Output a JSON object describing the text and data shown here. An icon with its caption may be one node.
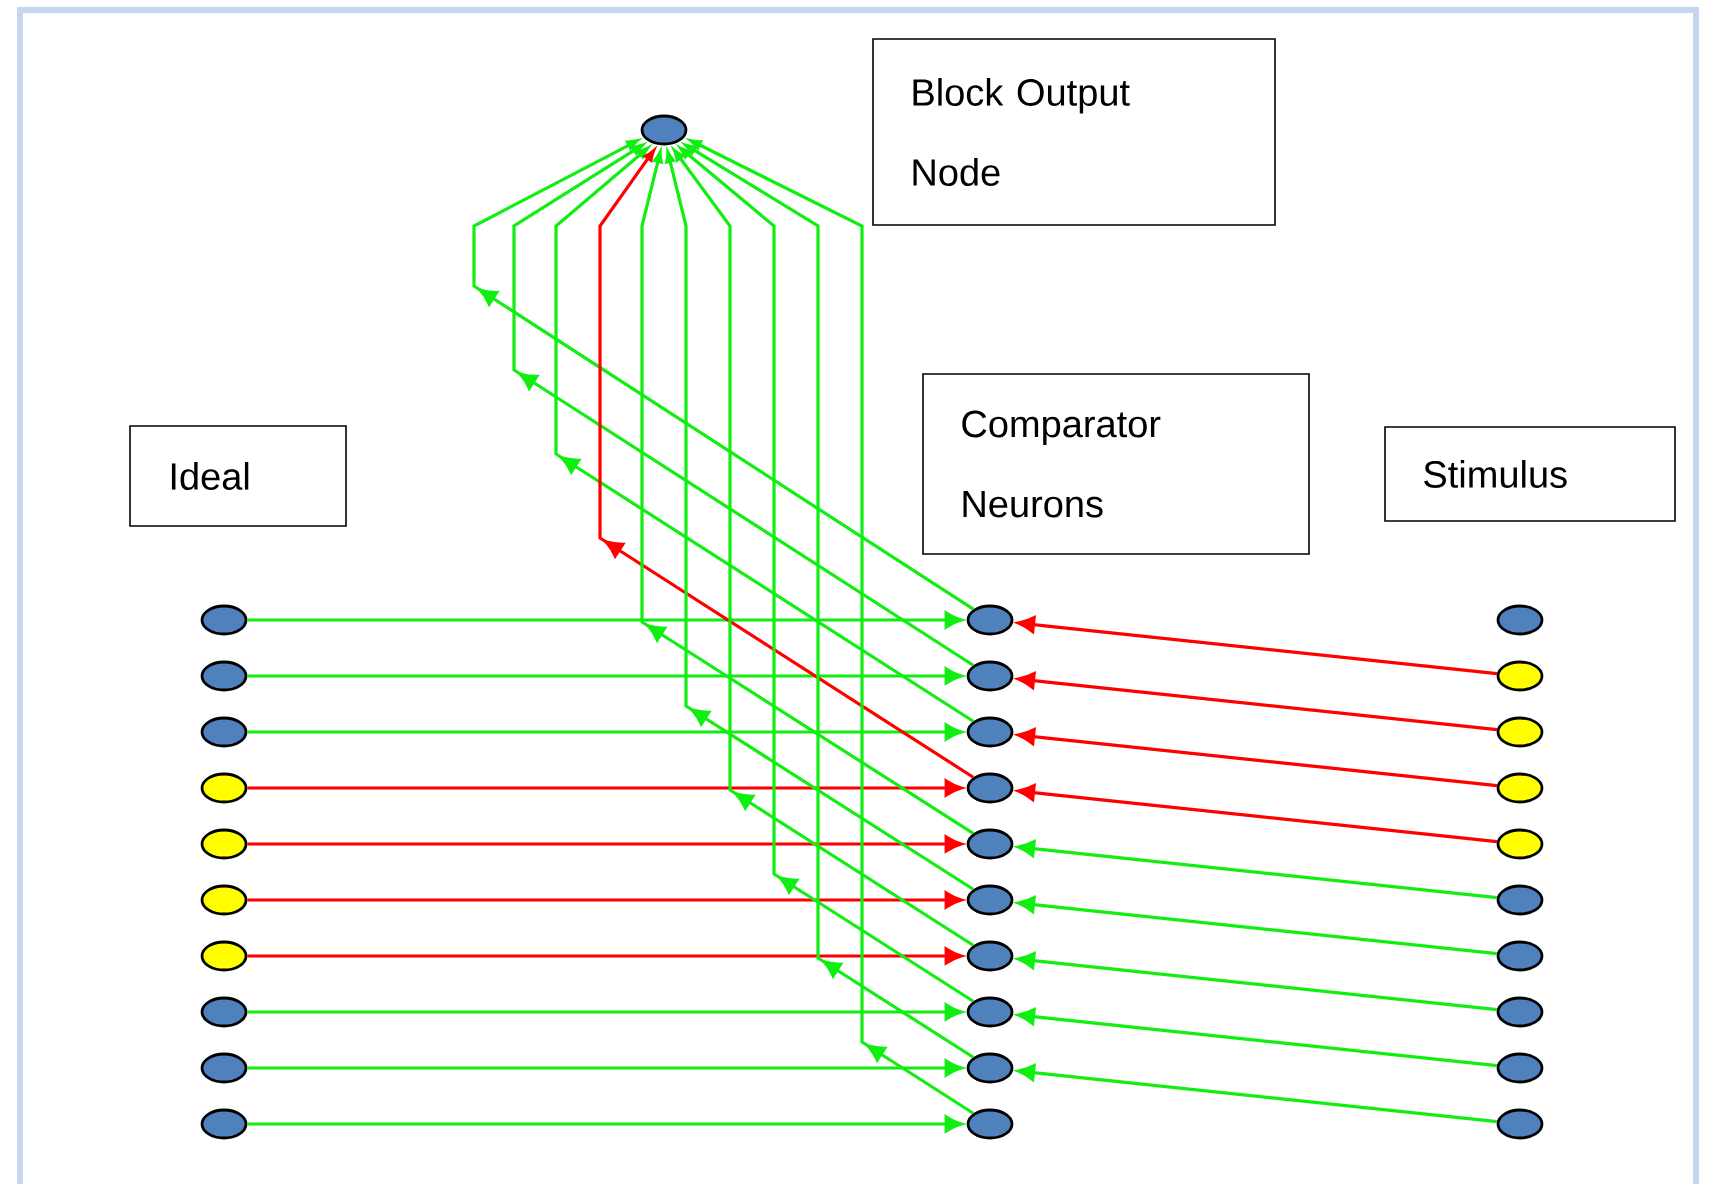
{
  "diagram": {
    "nodes": [
      {
        "text": [],
        "shape": "circle"
      },
      {
        "text": [
          "Block Output Node"
        ]
      },
      {
        "text": [
          "Ideal"
        ]
      },
      {
        "text": [
          "Comparator Neurons"
        ]
      },
      {
        "text": [
          "Stimulus"
        ]
      },
      {
        "text": [],
        "shape": "circle"
      },
      {
        "text": [],
        "shape": "circle"
      },
      {
        "text": [],
        "shape": "circle"
      },
      {
        "text": [],
        "shape": "circle"
      },
      {
        "text": [],
        "shape": "circle"
      },
      {
        "text": [],
        "shape": "circle"
      },
      {
        "text": [],
        "shape": "circle"
      },
      {
        "text": [],
        "shape": "circle"
      },
      {
        "text": [],
        "shape": "circle"
      },
      {
        "text": [],
        "shape": "circle"
      },
      {
        "text": [],
        "shape": "circle"
      },
      {
        "text": [],
        "shape": "circle"
      },
      {
        "text": [],
        "shape": "circle"
      },
      {
        "text": [],
        "shape": "circle"
      },
      {
        "text": [],
        "shape": "circle"
      },
      {
        "text": [],
        "shape": "circle"
      },
      {
        "text": [],
        "shape": "circle"
      },
      {
        "text": [],
        "shape": "circle"
      },
      {
        "text": [],
        "shape": "circle"
      },
      {
        "text": [],
        "shape": "circle"
      },
      {
        "text": [],
        "shape": "circle"
      },
      {
        "text": [],
        "shape": "circle"
      },
      {
        "text": [],
        "shape": "circle"
      },
      {
        "text": [],
        "shape": "circle"
      },
      {
        "text": [],
        "shape": "circle"
      },
      {
        "text": [],
        "shape": "circle"
      },
      {
        "text": [],
        "shape": "circle"
      },
      {
        "text": [],
        "shape": "circle"
      },
      {
        "text": [],
        "shape": "circle"
      },
      {
        "text": [],
        "shape": "circle"
      }
    ],
    "edges": [
      {
        "from": 5,
        "to": 15,
        "arrow": "to"
      },
      {
        "from": 6,
        "to": 16,
        "arrow": "to"
      },
      {
        "from": 7,
        "to": 17,
        "arrow": "to"
      },
      {
        "from": 8,
        "to": 18,
        "arrow": "to",
        "color": "#ff0000"
      },
      {
        "from": 9,
        "to": 19,
        "arrow": "to",
        "color": "#ff0000"
      },
      {
        "from": 10,
        "to": 20,
        "arrow": "to",
        "color": "#ff0000"
      },
      {
        "from": 11,
        "to": 21,
        "arrow": "to",
        "color": "#ff0000"
      },
      {
        "from": 12,
        "to": 22,
        "arrow": "to"
      },
      {
        "from": 13,
        "to": 23,
        "arrow": "to"
      },
      {
        "from": 14,
        "to": 24,
        "arrow": "to"
      },
      {
        "from": 26,
        "to": 15,
        "arrow": "to",
        "color": "#ff0000"
      },
      {
        "from": 27,
        "to": 16,
        "arrow": "to",
        "color": "#ff0000"
      },
      {
        "from": 28,
        "to": 17,
        "arrow": "to",
        "color": "#ff0000"
      },
      {
        "from": 29,
        "to": 18,
        "arrow": "to",
        "color": "#ff0000"
      },
      {
        "from": 30,
        "to": 19,
        "arrow": "to"
      },
      {
        "from": 31,
        "to": 20,
        "arrow": "to"
      },
      {
        "from": 32,
        "to": 21,
        "arrow": "to"
      },
      {
        "from": 33,
        "to": 22,
        "arrow": "to"
      },
      {
        "from": 34,
        "to": 23,
        "arrow": "to"
      },
      {
        "from": 15,
        "to": 0,
        "arrow": "to"
      },
      {
        "from": 16,
        "to": 0,
        "arrow": "to"
      },
      {
        "from": 17,
        "to": 0,
        "arrow": "to"
      },
      {
        "from": 18,
        "to": 0,
        "arrow": "to",
        "color": "#ff0000"
      },
      {
        "from": 19,
        "to": 0,
        "arrow": "to"
      },
      {
        "from": 20,
        "to": 0,
        "arrow": "to"
      },
      {
        "from": 21,
        "to": 0,
        "arrow": "to"
      },
      {
        "from": 22,
        "to": 0,
        "arrow": "to"
      },
      {
        "from": 23,
        "to": 0,
        "arrow": "to"
      },
      {
        "from": 24,
        "to": 0,
        "arrow": "to"
      }
    ]
  }
}
